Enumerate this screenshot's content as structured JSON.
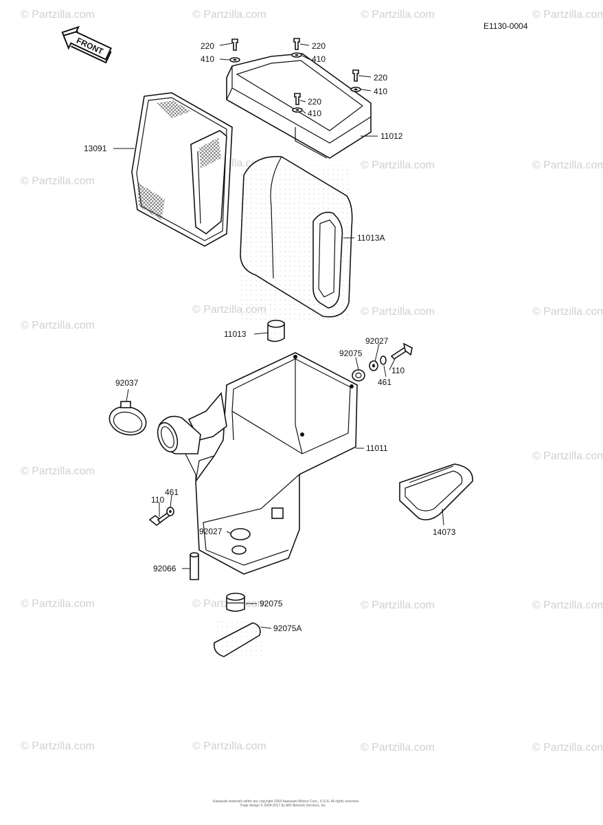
{
  "diagram_code": "E1130-0004",
  "front_label": "FRONT",
  "watermark": "© Partzilla.com",
  "footer_line1": "Kawasaki materials within are copyright 2004 Kawasaki Motors Corp., U.S.A. All rights reserved.",
  "footer_line2": "Page design © 2004-2017 by ARI Network Services, Inc.",
  "parts": [
    {
      "label": "220"
    },
    {
      "label": "410"
    },
    {
      "label": "220"
    },
    {
      "label": "410"
    },
    {
      "label": "220"
    },
    {
      "label": "410"
    },
    {
      "label": "220"
    },
    {
      "label": "410"
    },
    {
      "label": "11012"
    },
    {
      "label": "13091"
    },
    {
      "label": "11013A"
    },
    {
      "label": "11013"
    },
    {
      "label": "92027"
    },
    {
      "label": "92075"
    },
    {
      "label": "110"
    },
    {
      "label": "461"
    },
    {
      "label": "92037"
    },
    {
      "label": "11011"
    },
    {
      "label": "14073"
    },
    {
      "label": "110"
    },
    {
      "label": "461"
    },
    {
      "label": "92027"
    },
    {
      "label": "92066"
    },
    {
      "label": "92075"
    },
    {
      "label": "92075A"
    }
  ]
}
